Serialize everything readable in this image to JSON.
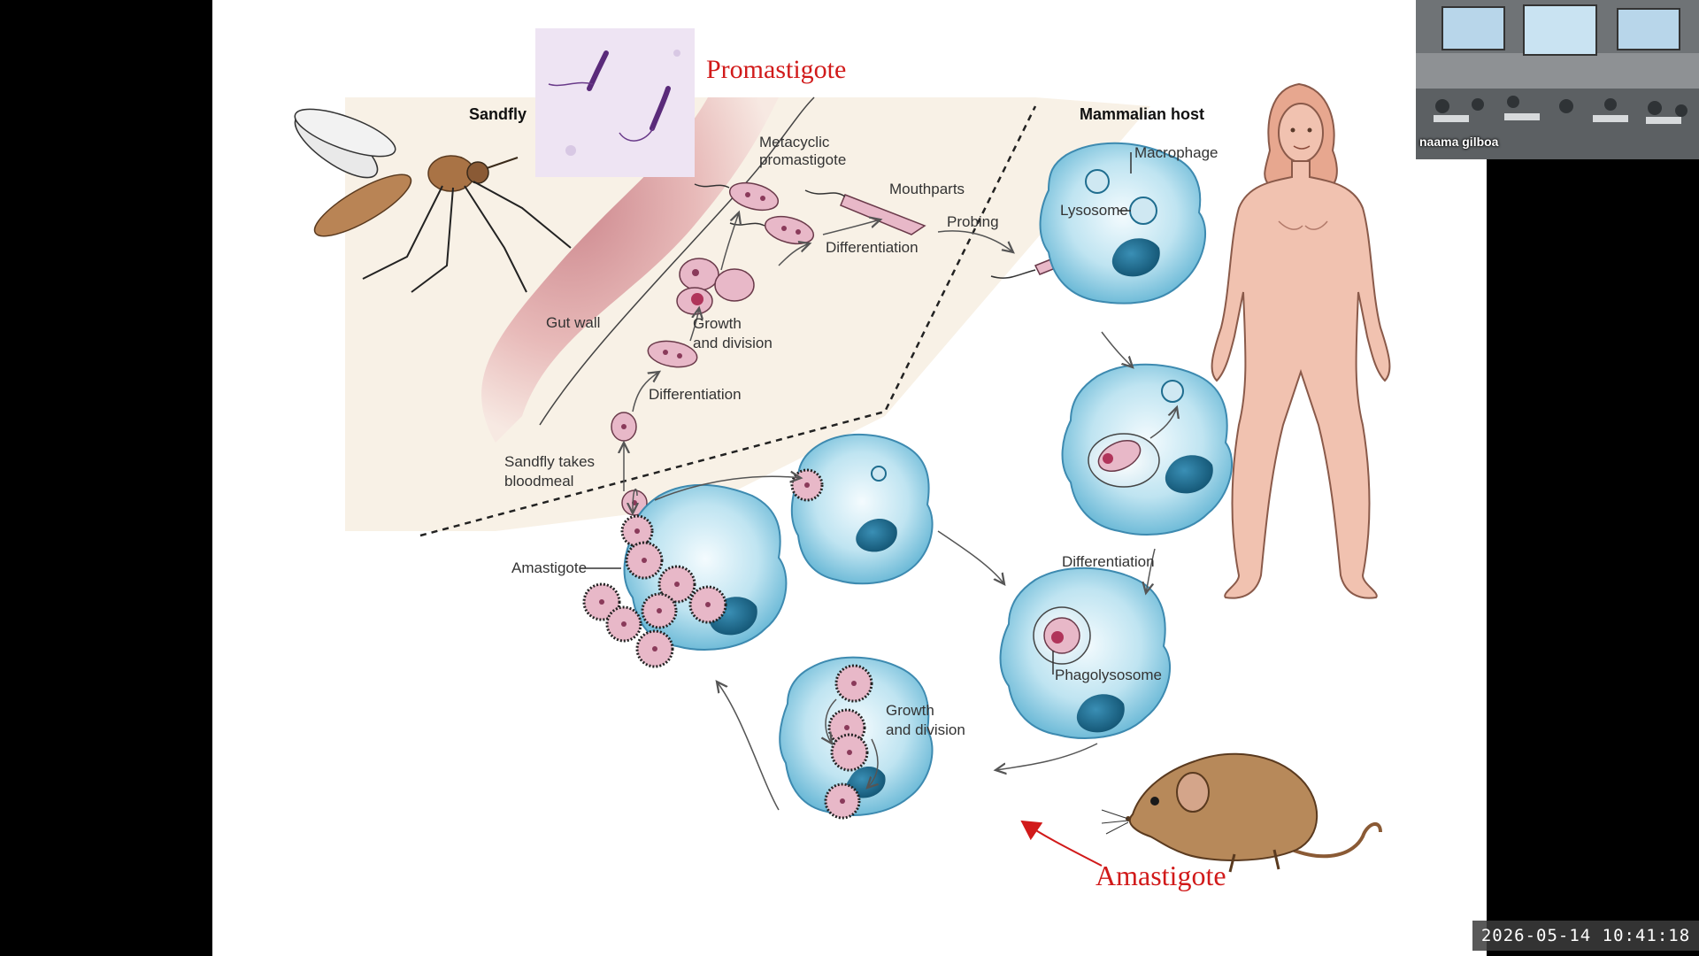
{
  "slide": {
    "headers": {
      "sandfly": "Sandfly",
      "host": "Mammalian host"
    },
    "title_labels": {
      "promastigote": "Promastigote",
      "amastigote": "Amastigote"
    },
    "labels": {
      "metacyclic_1": "Metacyclic",
      "metacyclic_2": "promastigote",
      "mouthparts": "Mouthparts",
      "probing": "Probing",
      "differentiation_top": "Differentiation",
      "gut_wall": "Gut wall",
      "growth_1": "Growth",
      "growth_2": "and division",
      "differentiation_mid": "Differentiation",
      "bloodmeal_1": "Sandfly takes",
      "bloodmeal_2": "bloodmeal",
      "macrophage": "Macrophage",
      "lysosome": "Lysosome",
      "differentiation_right": "Differentiation",
      "phagolysosome": "Phagolysosome",
      "amastigote_cell": "Amastigote",
      "growth_bottom_1": "Growth",
      "growth_bottom_2": "and division"
    }
  },
  "video_tile": {
    "name": "naama gilboa"
  },
  "timestamp": "2026-05-14 10:41:18",
  "colors": {
    "background": "#000000",
    "slide": "#ffffff",
    "accent_red": "#d11a1a",
    "cell_blue": "#9fd3e6",
    "nucleus": "#1f6d8f",
    "parasite_pink": "#e8b8c8",
    "skin": "#f1c2b0"
  }
}
